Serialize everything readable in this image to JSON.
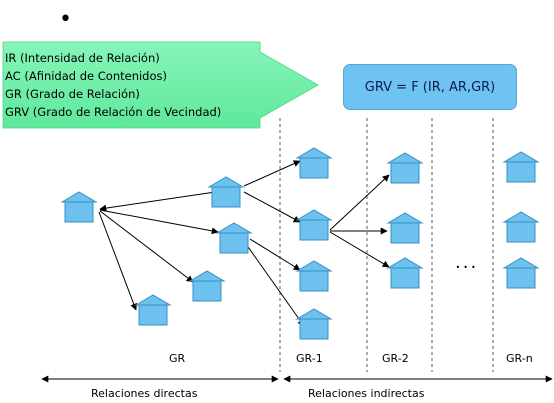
{
  "bullet": "•",
  "definitions": [
    "IR (Intensidad de Relación)",
    "AC (Afinidad de Contenidos)",
    "GR (Grado de Relación)",
    "GRV (Grado de Relación de Vecindad)"
  ],
  "formula": "GRV = F (IR, AR,GR)",
  "ellipsis": "...",
  "column_labels": {
    "gr": "GR",
    "gr1": "GR-1",
    "gr2": "GR-2",
    "grn": "GR-n"
  },
  "bottom_labels": {
    "direct": "Relaciones directas",
    "indirect": "Relaciones indirectas"
  },
  "colors": {
    "arrow_banner": "#6ff0a6",
    "formula_box": "#6ec3f2",
    "house": "#6cc1ee",
    "house_outline": "#3a8fc7"
  }
}
